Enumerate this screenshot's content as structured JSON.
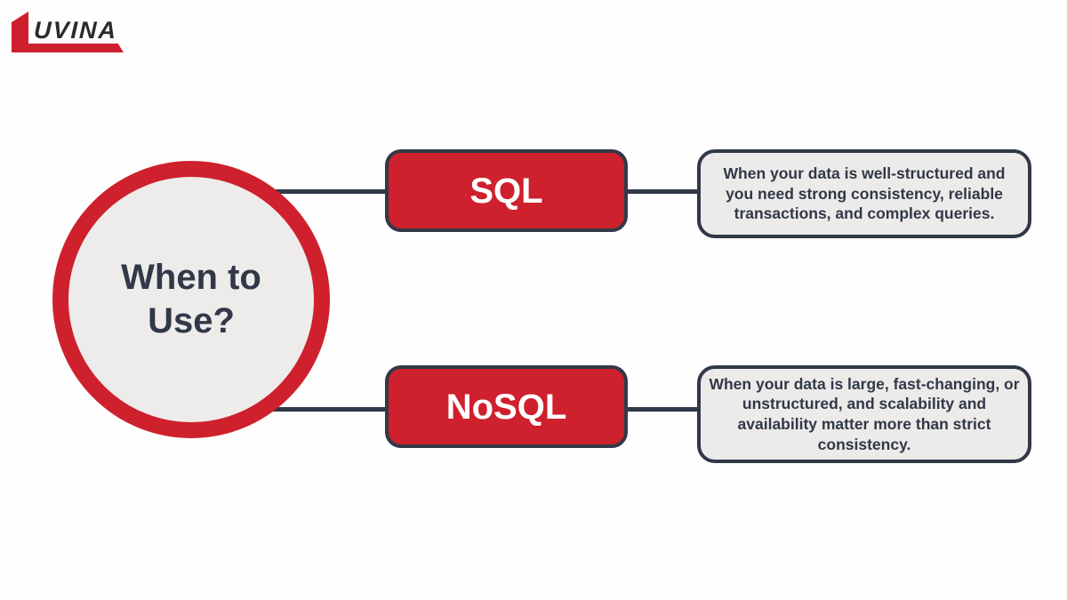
{
  "logo": {
    "text": "UVINA",
    "brand_red": "#cf202d",
    "text_color": "#2b2b2b"
  },
  "colors": {
    "accent_red": "#cf202d",
    "dark_navy": "#313847",
    "panel_gray": "#ecebe9",
    "background": "#fefefe"
  },
  "center": {
    "title": "When to Use?",
    "title_lines": [
      "When to",
      "Use?"
    ]
  },
  "branches": [
    {
      "label": "SQL",
      "description": "When your data is well-structured and you need strong consistency, reliable transactions, and complex queries.",
      "description_lines": [
        "When your data is well-structured and",
        "you need strong consistency, reliable",
        "transactions, and complex queries."
      ]
    },
    {
      "label": "NoSQL",
      "description": "When your data is large, fast-changing, or unstructured, and scalability and availability matter more than strict consistency.",
      "description_lines": [
        "When your data is large, fast-changing, or",
        "unstructured, and scalability and",
        "availability matter more than strict",
        "consistency."
      ]
    }
  ]
}
